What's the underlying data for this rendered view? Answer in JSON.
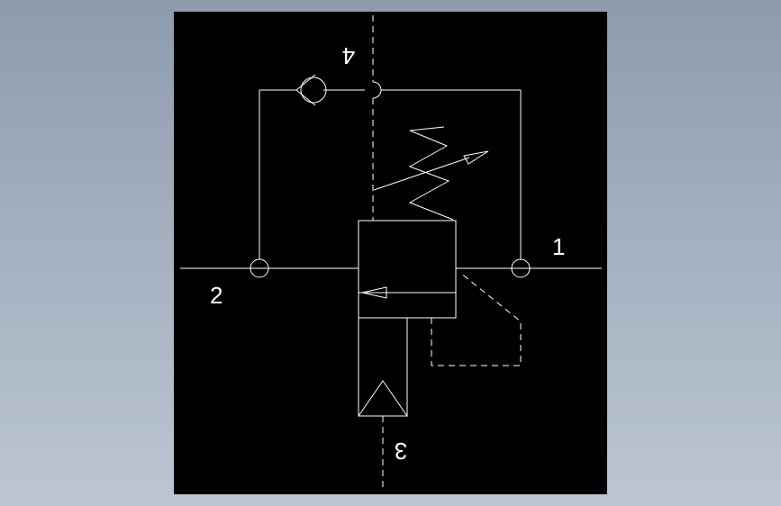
{
  "viewport": {
    "background_color": "#000000",
    "stroke_color": "#ffffff"
  },
  "diagram": {
    "symbol": "pressure-reducing-valve-with-check-valve",
    "ports": {
      "port_1": "1",
      "port_2": "2",
      "port_3": "3",
      "port_4": "4"
    }
  }
}
